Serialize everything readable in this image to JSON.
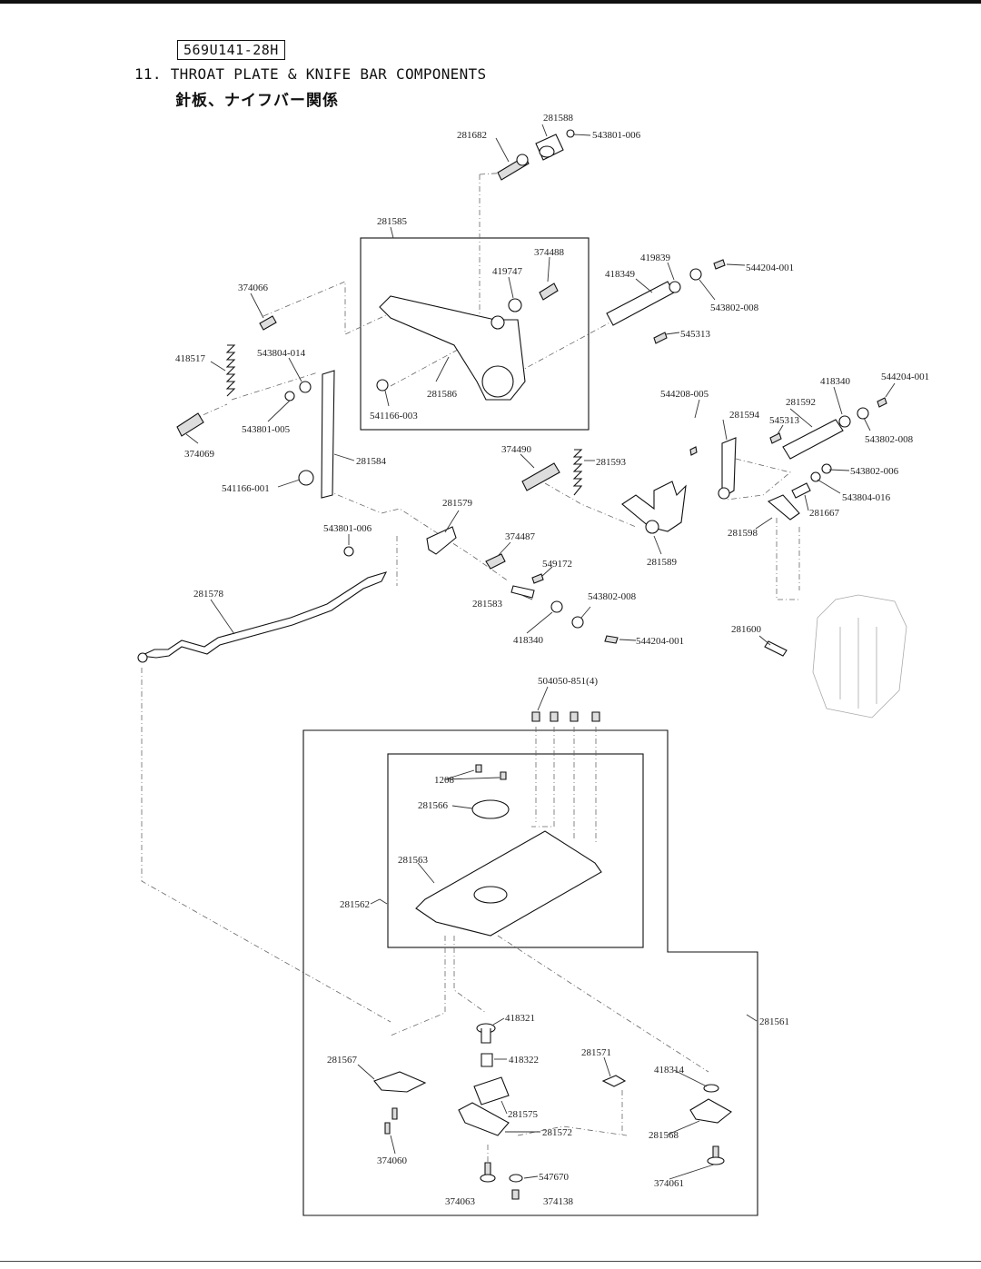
{
  "header": {
    "model_code": "569U141-28H",
    "title": "11. THROAT PLATE & KNIFE BAR COMPONENTS",
    "subtitle_jp": "針板、ナイフバー関係"
  },
  "parts": {
    "p281588": "281588",
    "p281682": "281682",
    "p543801_006a": "543801-006",
    "p281585": "281585",
    "p374488": "374488",
    "p419747": "419747",
    "p418349": "418349",
    "p419839": "419839",
    "p544204_001a": "544204-001",
    "p543802_008a": "543802-008",
    "p374066": "374066",
    "p545313a": "545313",
    "p418517": "418517",
    "p543804_014": "543804-014",
    "p281586": "281586",
    "p541166_003": "541166-003",
    "p543801_005": "543801-005",
    "p374069": "374069",
    "p544208_005": "544208-005",
    "p418340a": "418340",
    "p544204_001b": "544204-001",
    "p281592": "281592",
    "p281594": "281594",
    "p545313b": "545313",
    "p543802_008b": "543802-008",
    "p374490": "374490",
    "p281593": "281593",
    "p281584": "281584",
    "p541166_001": "541166-001",
    "p543802_006": "543802-006",
    "p543804_016": "543804-016",
    "p281667": "281667",
    "p281579": "281579",
    "p281598": "281598",
    "p543801_006b": "543801-006",
    "p374487": "374487",
    "p281589": "281589",
    "p549172": "549172",
    "p281578": "281578",
    "p543802_008c": "543802-008",
    "p281583": "281583",
    "p281600": "281600",
    "p418340b": "418340",
    "p544204_001c": "544204-001",
    "p504050_851": "504050-851(4)",
    "p1208": "1208",
    "p281566": "281566",
    "p281563": "281563",
    "p281562": "281562",
    "p281561": "281561",
    "p418321": "418321",
    "p281571": "281571",
    "p281567": "281567",
    "p418322": "418322",
    "p418314": "418314",
    "p281575": "281575",
    "p281572": "281572",
    "p281568": "281568",
    "p374060": "374060",
    "p547670": "547670",
    "p374061": "374061",
    "p374063": "374063",
    "p374138": "374138"
  }
}
